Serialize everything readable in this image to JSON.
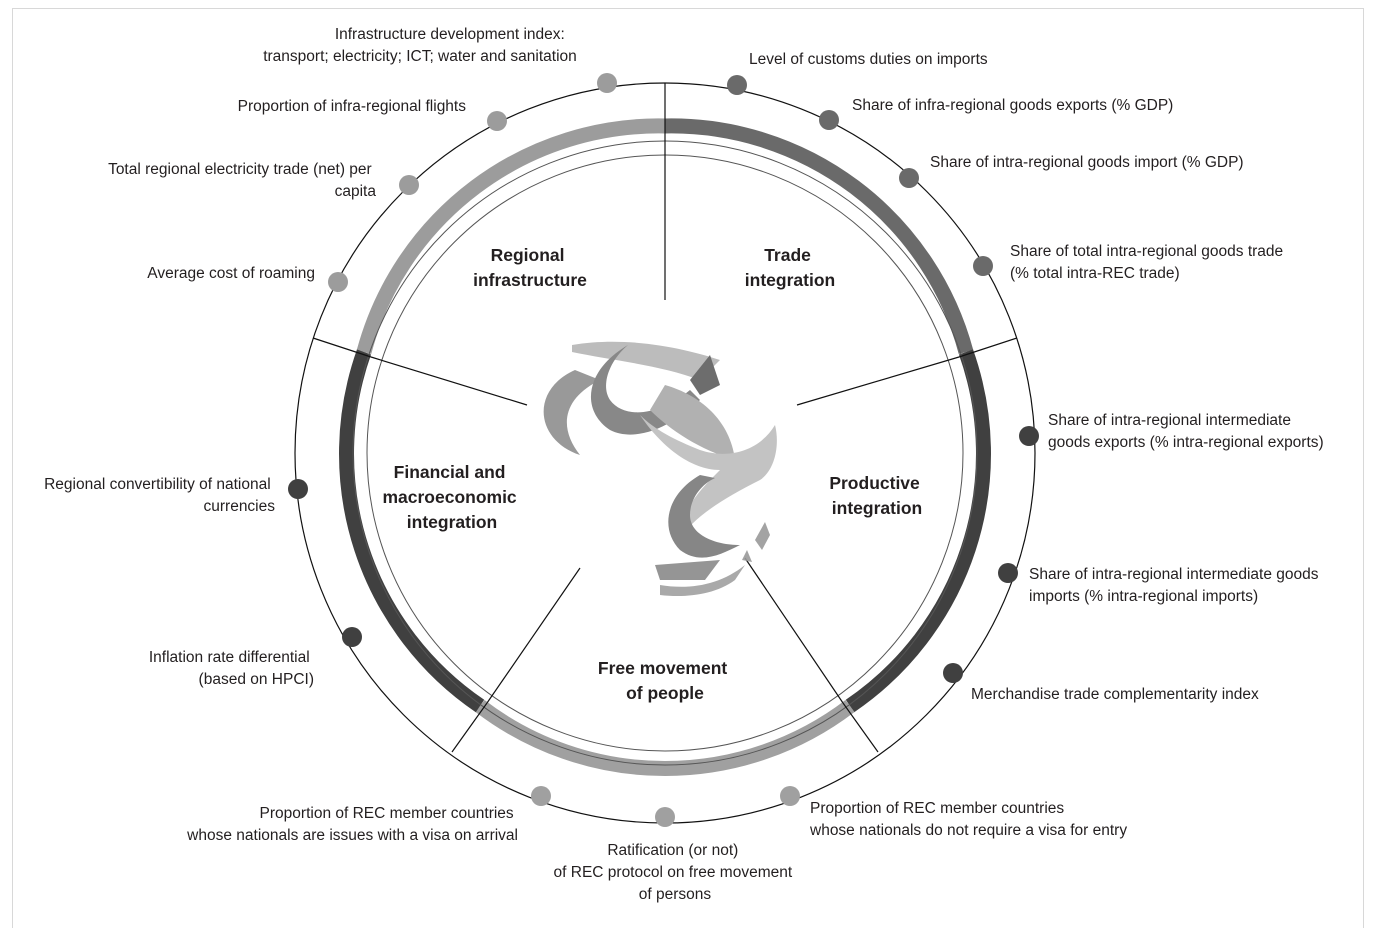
{
  "colors": {
    "light": "#9c9c9c",
    "mid": "#6a6a6a",
    "dark": "#404040",
    "line": "#111111",
    "text": "#231f20"
  },
  "sections": [
    {
      "id": "infra",
      "lines": [
        "Regional",
        "infrastructure"
      ]
    },
    {
      "id": "trade",
      "lines": [
        "Trade",
        "integration"
      ]
    },
    {
      "id": "productive",
      "lines": [
        "Productive",
        "integration"
      ]
    },
    {
      "id": "people",
      "lines": [
        "Free movement",
        "of people"
      ]
    },
    {
      "id": "financial",
      "lines": [
        "Financial and",
        "macroeconomic",
        "integration"
      ]
    }
  ],
  "indicators": [
    {
      "id": "infra-dev",
      "lines": [
        "Infrastructure development index:",
        "transport; electricity; ICT; water and sanitation"
      ]
    },
    {
      "id": "flights",
      "lines": [
        "Proportion of infra-regional flights"
      ]
    },
    {
      "id": "electricity",
      "lines": [
        "Total regional electricity trade (net) per",
        "capita"
      ]
    },
    {
      "id": "roaming",
      "lines": [
        "Average cost of roaming"
      ]
    },
    {
      "id": "customs",
      "lines": [
        "Level of customs duties on imports"
      ]
    },
    {
      "id": "goods-exports",
      "lines": [
        "Share of infra-regional goods exports (% GDP)"
      ]
    },
    {
      "id": "goods-import",
      "lines": [
        "Share of intra-regional goods import (% GDP)"
      ]
    },
    {
      "id": "goods-trade",
      "lines": [
        "Share of total intra-regional goods trade",
        "(% total intra-REC trade)"
      ]
    },
    {
      "id": "interm-exports",
      "lines": [
        "Share of intra-regional intermediate",
        "goods exports (% intra-regional exports)"
      ]
    },
    {
      "id": "interm-imports",
      "lines": [
        "Share of intra-regional intermediate goods",
        "imports (% intra-regional imports)"
      ]
    },
    {
      "id": "complementarity",
      "lines": [
        "Merchandise trade complementarity index"
      ]
    },
    {
      "id": "visa-free",
      "lines": [
        "Proportion of REC member countries",
        "whose nationals do not require a visa for entry"
      ]
    },
    {
      "id": "ratification",
      "lines": [
        "Ratification (or not)",
        "of REC protocol on free movement",
        "of persons"
      ]
    },
    {
      "id": "visa-arrival",
      "lines": [
        "Proportion of REC member countries",
        "whose nationals are issues with a visa on arrival"
      ]
    },
    {
      "id": "inflation",
      "lines": [
        "Inflation rate differential",
        "(based on HPCI)"
      ]
    },
    {
      "id": "convertibility",
      "lines": [
        "Regional convertibility of national",
        "currencies"
      ]
    }
  ]
}
